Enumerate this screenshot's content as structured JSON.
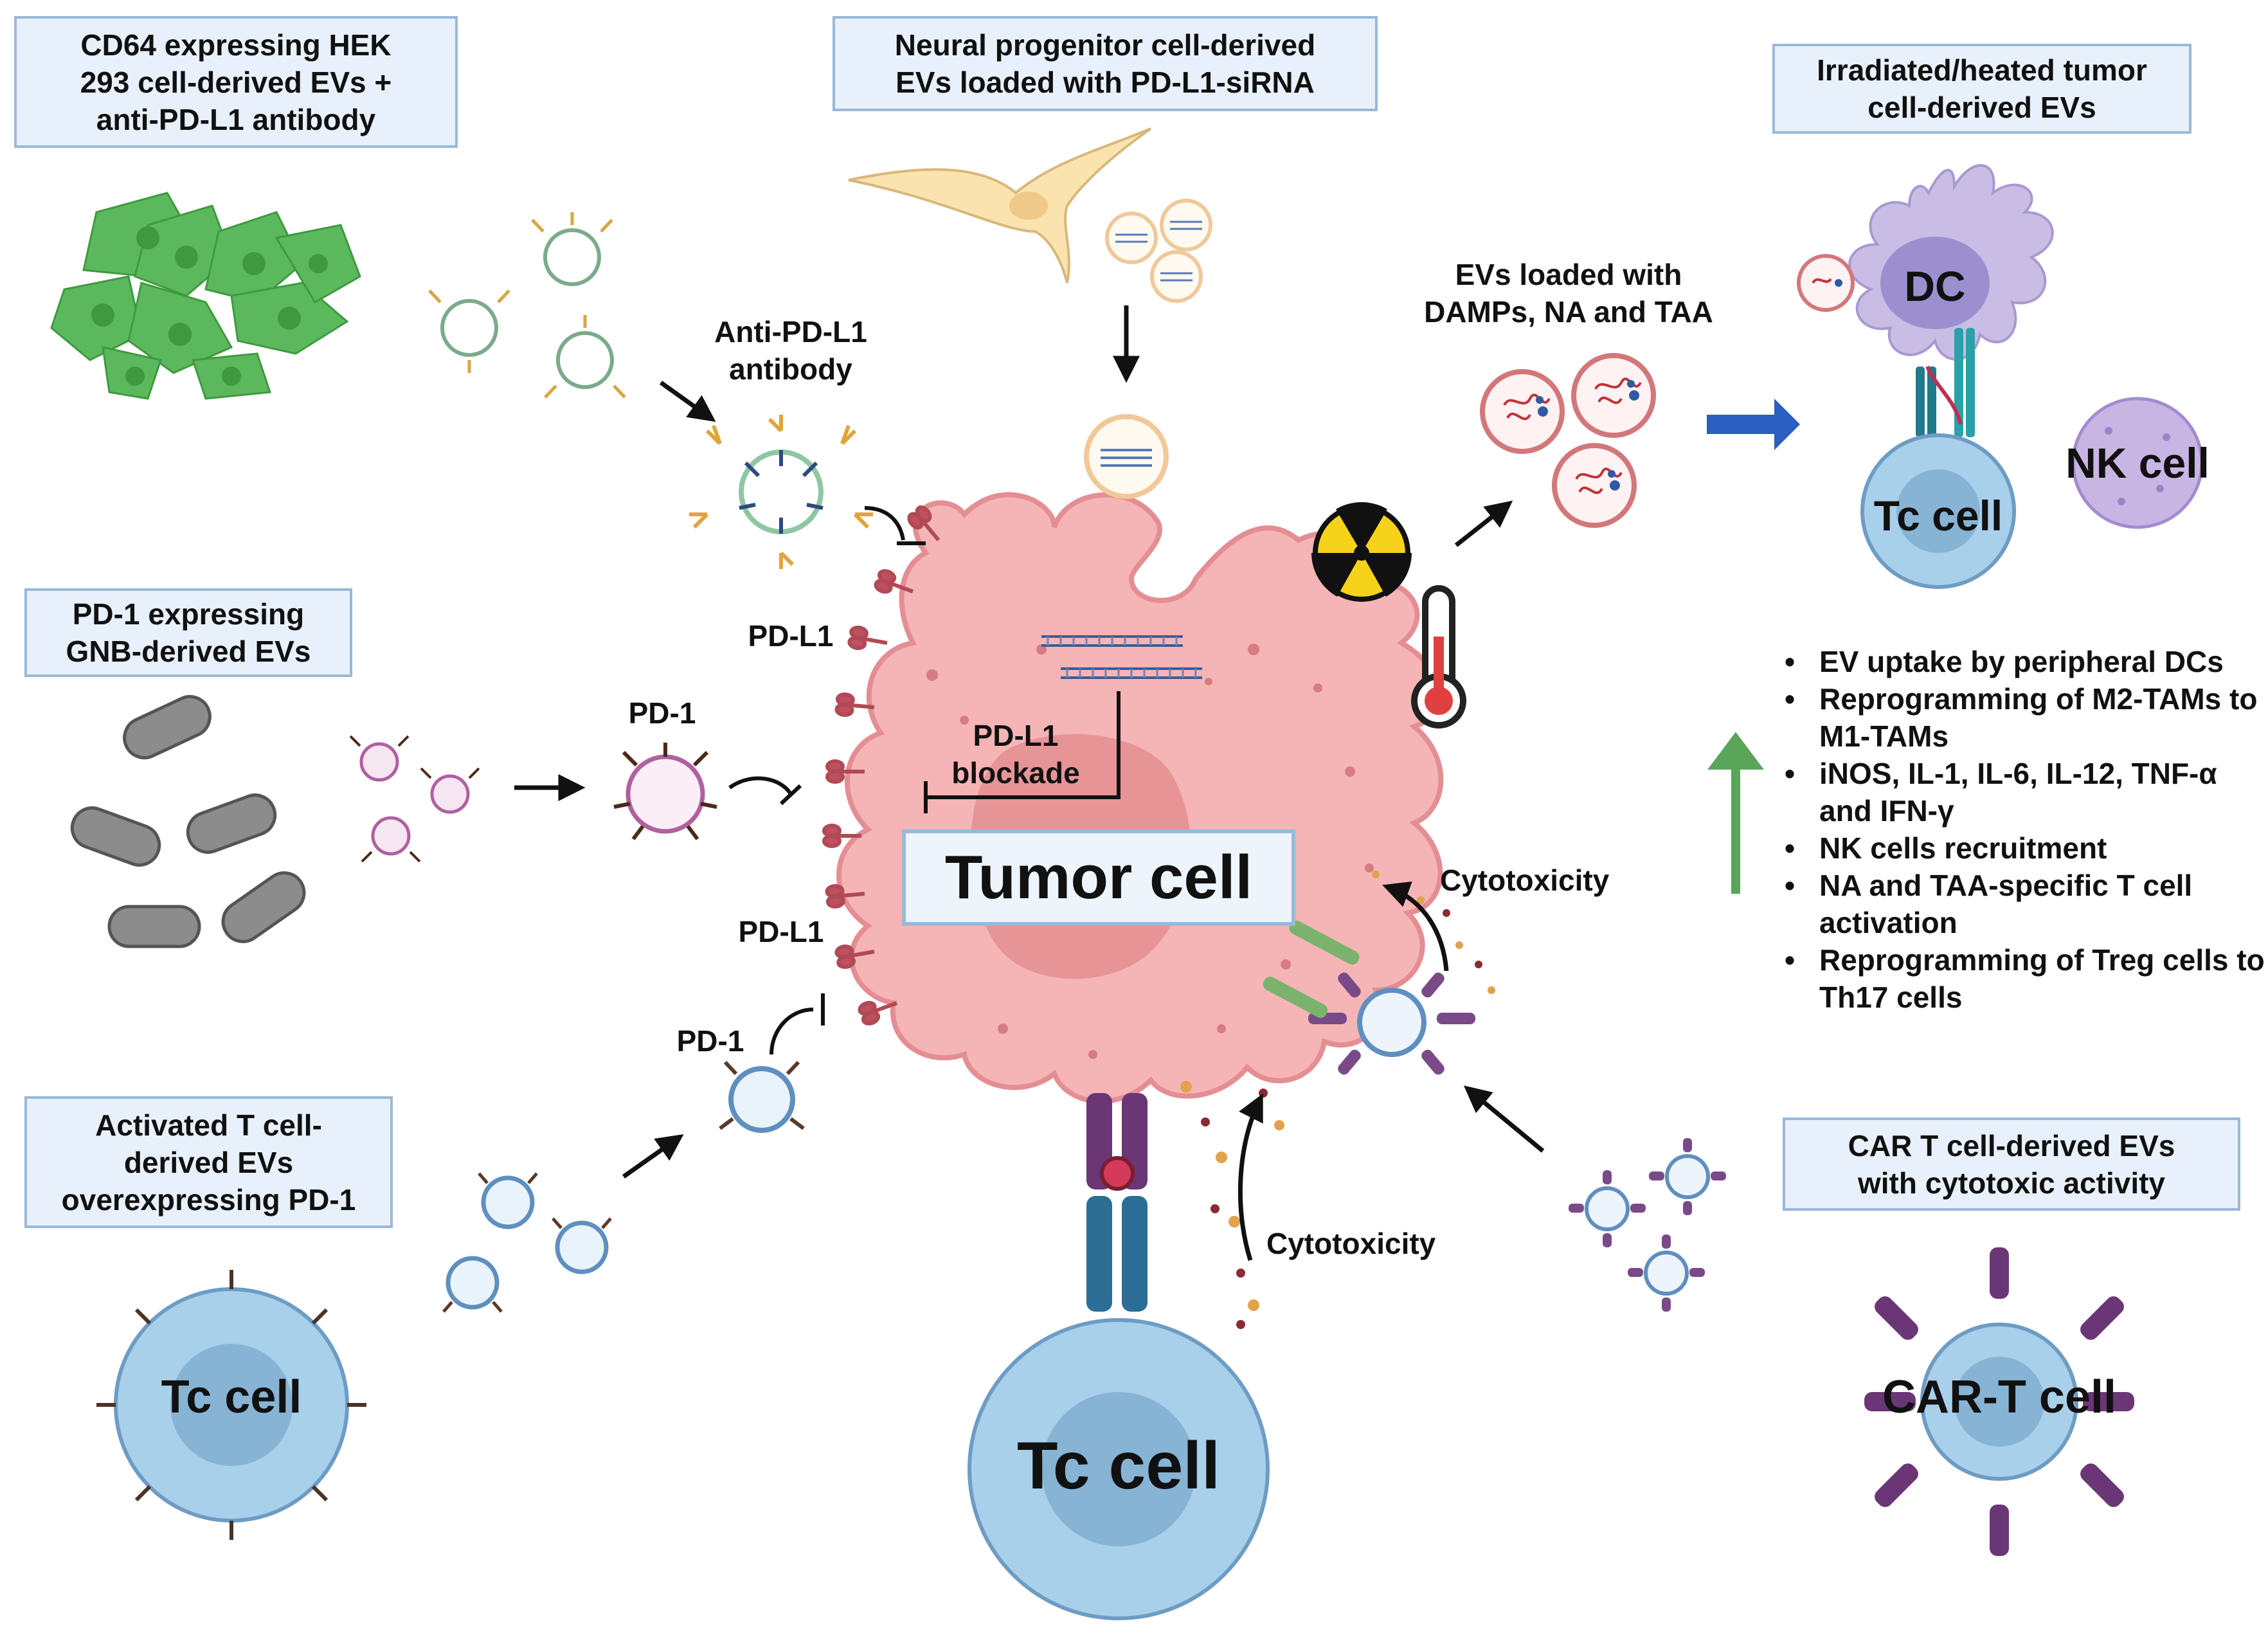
{
  "boxes": {
    "hek": [
      "CD64 expressing HEK",
      "293 cell-derived EVs +",
      "anti-PD-L1 antibody"
    ],
    "neural": [
      "Neural progenitor cell-derived",
      "EVs loaded with PD-L1-siRNA"
    ],
    "irradiated": [
      "Irradiated/heated tumor",
      "cell-derived EVs"
    ],
    "gnb": [
      "PD-1 expressing",
      "GNB-derived EVs"
    ],
    "activated_t": [
      "Activated T cell-",
      "derived EVs",
      "overexpressing PD-1"
    ],
    "car_t_evs": [
      "CAR T cell-derived EVs",
      "with cytotoxic activity"
    ],
    "tumor": "Tumor cell"
  },
  "labels": {
    "anti_pdl1": [
      "Anti-PD-L1",
      "antibody"
    ],
    "evs_loaded": [
      "EVs loaded with",
      "DAMPs, NA and TAA"
    ],
    "pdl1_top": "PD-L1",
    "pdl1_bottom": "PD-L1",
    "pd1_gnb": "PD-1",
    "pd1_t": "PD-1",
    "blockade": [
      "PD-L1",
      "blockade"
    ],
    "cytotoxicity_right": "Cytotoxicity",
    "cytotoxicity_bottom": "Cytotoxicity",
    "dc": "DC",
    "nk_cell": "NK cell",
    "tc_cell_dc": "Tc cell",
    "tc_cell_left": "Tc cell",
    "tc_cell_center": "Tc cell",
    "car_t_cell": "CAR-T cell"
  },
  "outcomes": [
    "EV uptake by peripheral DCs",
    "Reprogramming of M2-TAMs to M1-TAMs",
    "iNOS, IL-1, IL-6, IL-12, TNF-α and IFN-γ",
    "NK cells recruitment",
    "NA and TAA-specific T cell activation",
    "Reprogramming of Treg cells to Th17 cells"
  ],
  "icons": [
    "radiation-icon",
    "thermometer-icon"
  ],
  "colors": {
    "tumor": "#f4b6b6",
    "tumor_edge": "#e08f92",
    "tc_cell": "#a9cfe8",
    "hek_cells": "#5cb85c",
    "neuron": "#fbe5b3",
    "dc": "#c9bde6",
    "nk": "#c4b3e0",
    "car_receptor": "#7a4a88",
    "up_arrow": "#5aa55a",
    "blue_arrow": "#2a5ec0",
    "box_fill": "#e8f1fb",
    "box_border": "#9ab8d8"
  }
}
